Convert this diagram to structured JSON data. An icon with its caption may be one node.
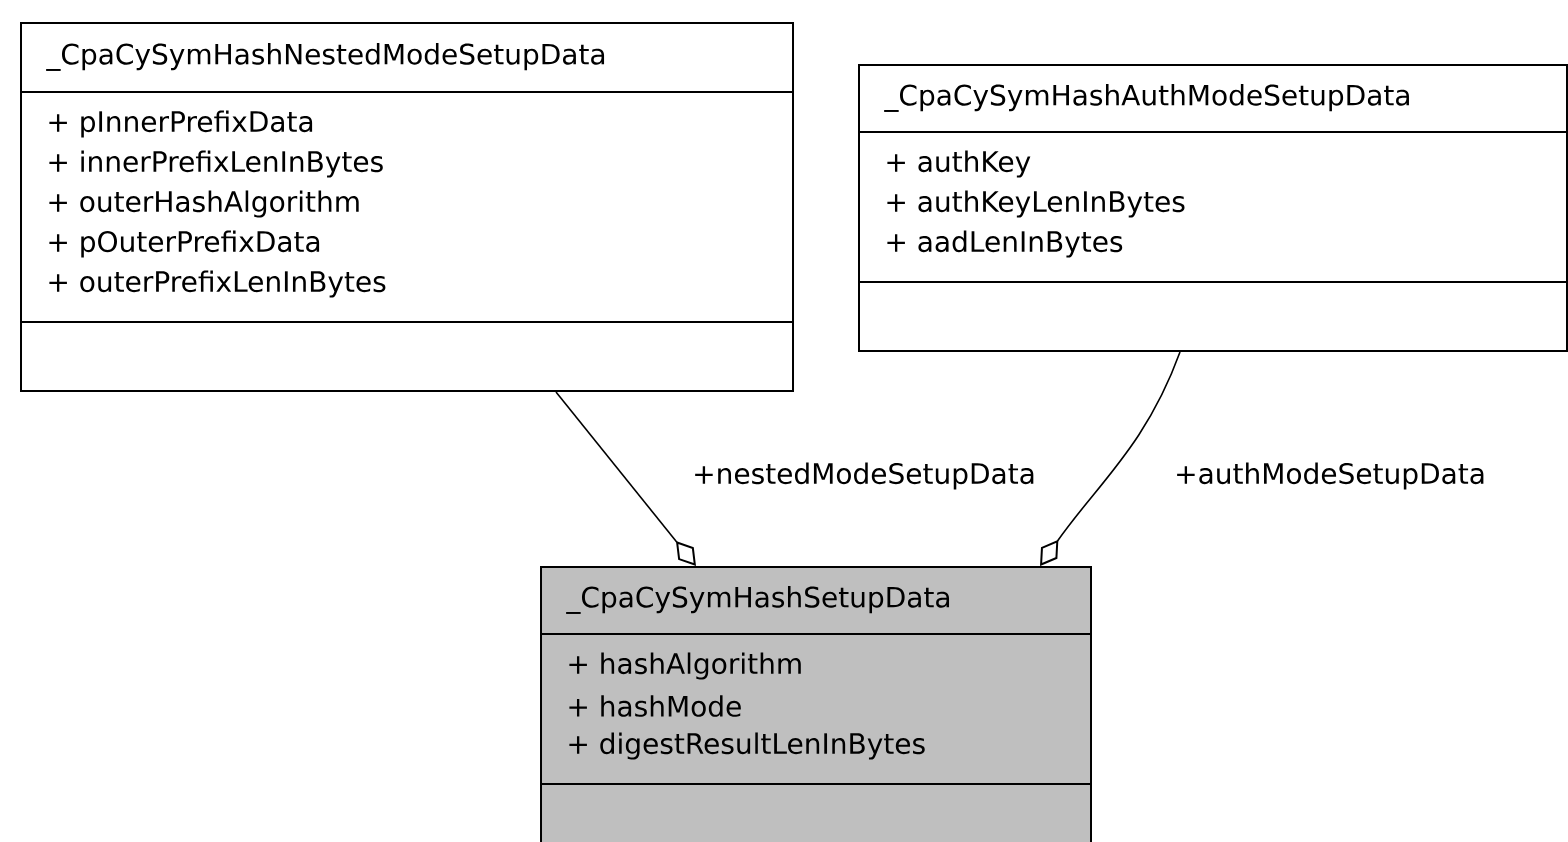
{
  "diagram": {
    "nodes": [
      {
        "text": [
          "_CpaCySymHashNestedModeSetupData",
          "+ pInnerPrefixData",
          "+ innerPrefixLenInBytes",
          "+ outerHashAlgorithm",
          "+ pOuterPrefixData",
          "+ outerPrefixLenInBytes"
        ]
      },
      {
        "text": [
          "_CpaCySymHashAuthModeSetupData",
          "+ authKey",
          "+ authKeyLenInBytes",
          "+ aadLenInBytes"
        ]
      },
      {
        "text": [
          "_CpaCySymHashSetupData",
          "+ hashAlgorithm",
          "+ hashMode",
          "+ digestResultLenInBytes"
        ]
      }
    ],
    "edges": [
      {
        "from": 0,
        "to": 2,
        "arrow": "other",
        "label": "+nestedModeSetupData"
      },
      {
        "from": 1,
        "to": 2,
        "arrow": "other",
        "label": "+authModeSetupData"
      }
    ]
  }
}
